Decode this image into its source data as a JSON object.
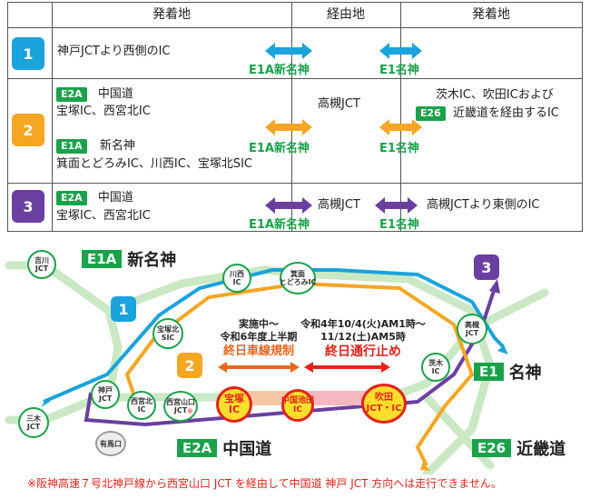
{
  "table": {
    "headers": [
      "発着地",
      "経由地",
      "発着地"
    ],
    "rows": [
      {
        "num": "1",
        "color": "#1aa3dc",
        "origin": [
          "神戸JCTより西側のIC"
        ],
        "arrow1_label": "E1A新名神",
        "via": "",
        "arrow2_label": "E1名神",
        "dest": []
      },
      {
        "num": "2",
        "color": "#f5a623",
        "origin_tag1": "E2A",
        "origin_line1": "中国道",
        "origin_line2": "宝塚IC、西宮北IC",
        "origin_tag2": "E1A",
        "origin_line3": "新名神",
        "origin_line4": "箕面とどろみIC、川西IC、宝塚北SIC",
        "arrow1_label": "E1A新名神",
        "via": "高槻JCT",
        "arrow2_label": "E1名神",
        "dest_line1": "茨木IC、吹田ICおよび",
        "dest_tag": "E26",
        "dest_line2": "近畿道を経由するIC"
      },
      {
        "num": "3",
        "color": "#6b3fa0",
        "origin_tag1": "E2A",
        "origin_line1": "中国道",
        "origin_line2": "宝塚IC、西宮北IC",
        "arrow1_label": "E1A新名神",
        "via": "高槻JCT",
        "arrow2_label": "E1名神",
        "dest_line1": "高槻JCTより東側のIC"
      }
    ]
  },
  "map": {
    "routes": {
      "e1a": {
        "code": "E1A",
        "name": "新名神"
      },
      "e1": {
        "code": "E1",
        "name": "名神"
      },
      "e2a": {
        "code": "E2A",
        "name": "中国道"
      },
      "e26": {
        "code": "E26",
        "name": "近畿道"
      }
    },
    "interchanges": {
      "yoshikawa": "吉川\nJCT",
      "kawanishi": "川西\nIC",
      "minoh": "箕面\nとどろみIC",
      "takarazukakita": "宝塚北\nSIC",
      "kobe": "神戸\nJCT",
      "miki": "三木\nJCT",
      "nishinomiyakita": "西宮北\nIC",
      "nishinomiyayamaguchi": "西宮山口\nJCT",
      "arimaguchi": "有馬口",
      "takarazuka": "宝塚\nIC",
      "chugokuikeda": "中国池田\nIC",
      "suita": "吹田\nJCT・IC",
      "ibaraki": "茨木\nIC",
      "takatsuki": "高槻\nJCT"
    },
    "markers": {
      "one": "1",
      "two": "2",
      "three": "3",
      "asterisk": "※"
    },
    "lane_restriction": {
      "period1": "実施中～",
      "period2": "令和6年度上半期",
      "label": "終日車線規制"
    },
    "closure": {
      "period1": "令和4年10/4(火)AM1時～",
      "period2": "11/12(土)AM5時",
      "label": "終日通行止め"
    },
    "colors": {
      "blue": "#1aa3dc",
      "orange": "#f5a623",
      "purple": "#6b3fa0",
      "green": "#19a24a",
      "red": "#e2231a",
      "closure_orange": "#e9661b"
    }
  },
  "note": "※阪神高速７号北神戸線から西宮山口 JCT を経由して中国道 神戸 JCT 方向へは走行できません。"
}
